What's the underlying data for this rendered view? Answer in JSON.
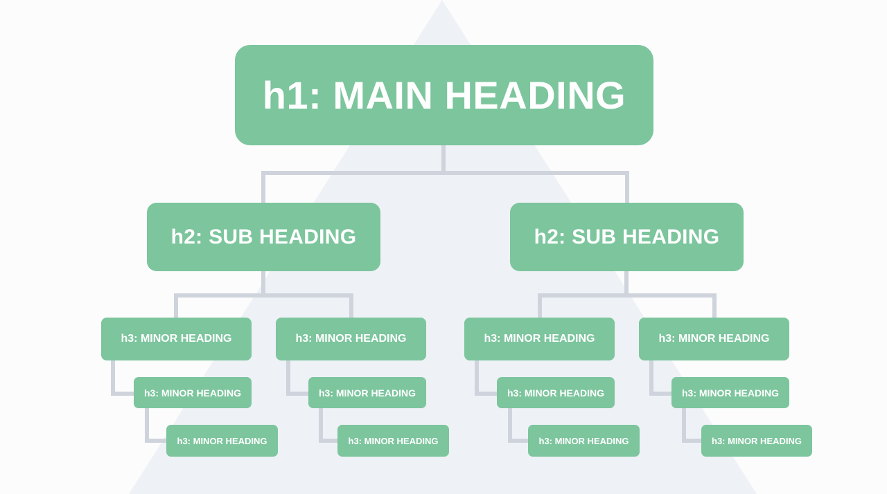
{
  "colors": {
    "node_fill": "#7cc59d",
    "node_text": "#ffffff",
    "connector": "#cfd3dc",
    "pyramid": "#eef1f6",
    "background": "#fcfcfd"
  },
  "main": {
    "label": "h1: MAIN HEADING"
  },
  "subs": [
    {
      "label": "h2: SUB HEADING",
      "minors": [
        {
          "label": "h3: MINOR HEADING",
          "children": [
            "h3: MINOR HEADING",
            "h3: MINOR HEADING"
          ]
        },
        {
          "label": "h3: MINOR HEADING",
          "children": [
            "h3: MINOR HEADING",
            "h3: MINOR HEADING"
          ]
        }
      ]
    },
    {
      "label": "h2: SUB HEADING",
      "minors": [
        {
          "label": "h3: MINOR HEADING",
          "children": [
            "h3: MINOR HEADING",
            "h3: MINOR HEADING"
          ]
        },
        {
          "label": "h3: MINOR HEADING",
          "children": [
            "h3: MINOR HEADING",
            "h3: MINOR HEADING"
          ]
        }
      ]
    }
  ]
}
